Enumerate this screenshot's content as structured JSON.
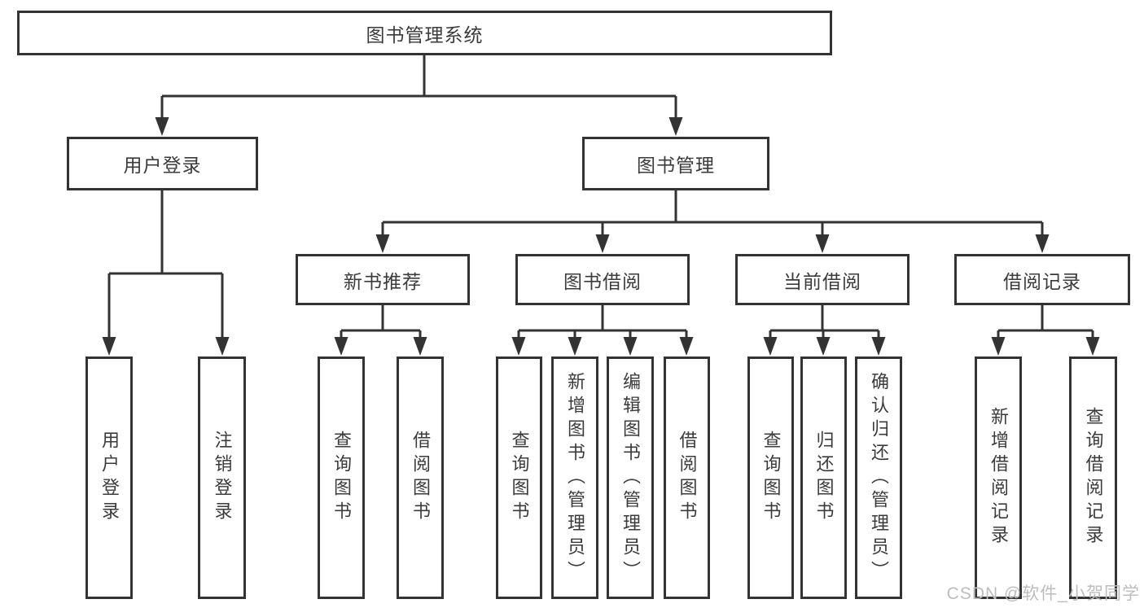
{
  "tree": {
    "label": "图书管理系统",
    "children": [
      {
        "label": "用户登录",
        "children": [
          {
            "label": "用户登录"
          },
          {
            "label": "注销登录"
          }
        ]
      },
      {
        "label": "图书管理",
        "children": [
          {
            "label": "新书推荐",
            "children": [
              {
                "label": "查询图书"
              },
              {
                "label": "借阅图书"
              }
            ]
          },
          {
            "label": "图书借阅",
            "children": [
              {
                "label": "查询图书"
              },
              {
                "label": "新增图书（管理员）"
              },
              {
                "label": "编辑图书（管理员）"
              },
              {
                "label": "借阅图书"
              }
            ]
          },
          {
            "label": "当前借阅",
            "children": [
              {
                "label": "查询图书"
              },
              {
                "label": "归还图书"
              },
              {
                "label": "确认归还（管理员）"
              }
            ]
          },
          {
            "label": "借阅记录",
            "children": [
              {
                "label": "新增借阅记录"
              },
              {
                "label": "查询借阅记录"
              }
            ]
          }
        ]
      }
    ]
  },
  "watermark": {
    "text": "CSDN @软件_小贺同学"
  },
  "colors": {
    "line": "#333333",
    "box_border": "#333333",
    "text": "#3b3b3b",
    "watermark": "#bdbdbd",
    "background": "#ffffff"
  }
}
